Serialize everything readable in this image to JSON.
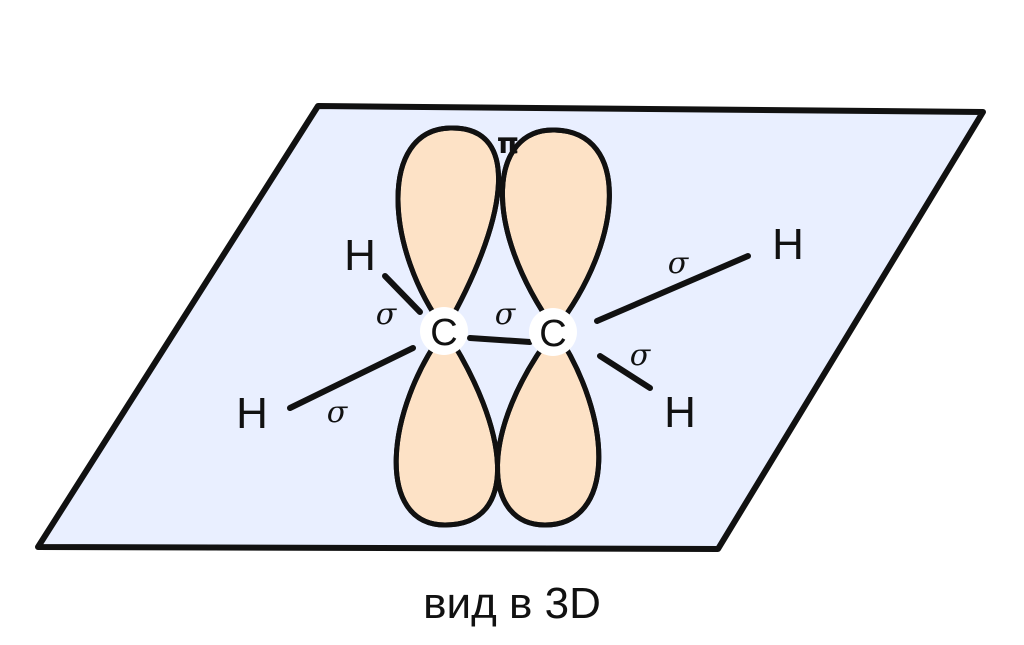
{
  "diagram": {
    "colors": {
      "plane_fill": "#e9efff",
      "lobe_fill": "#fde2c6",
      "overlap_fill": "#e8b58c",
      "stroke": "#111111",
      "atom_fill": "#ffffff"
    },
    "labels": {
      "h_upper_left": "H",
      "h_lower_left": "H",
      "h_upper_right": "H",
      "h_lower_right": "H",
      "c_left": "C",
      "c_right": "C",
      "pi": "π",
      "sigma_cc": "σ",
      "sigma_upper_left": "σ",
      "sigma_lower_left": "σ",
      "sigma_upper_right": "σ",
      "sigma_lower_right": "σ"
    },
    "caption": "вид в 3D"
  }
}
